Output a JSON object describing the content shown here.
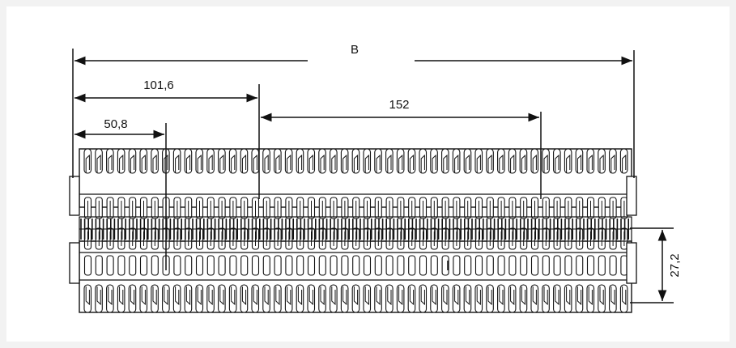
{
  "drawing": {
    "colors": {
      "background": "#f2f2f2",
      "panel": "#ffffff",
      "line": "#111111",
      "belt_fill": "#ffffff"
    },
    "dimensions": {
      "overall_width": "B",
      "pitch_4": "101,6",
      "pitch_2": "50,8",
      "span_3": "152",
      "height": "27,2"
    }
  }
}
